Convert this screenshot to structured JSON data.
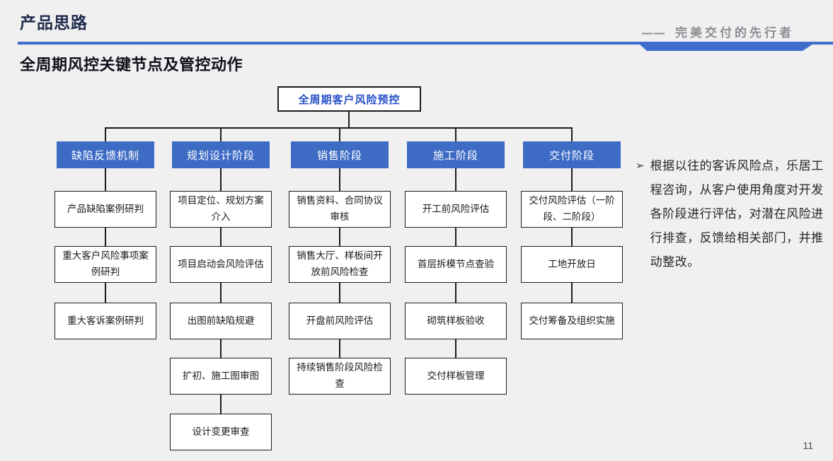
{
  "header": {
    "title": "产品思路",
    "slogan_dash": "——",
    "slogan": "完美交付的先行者"
  },
  "subtitle": "全周期风控关键节点及管控动作",
  "chart": {
    "root": "全周期客户风险预控",
    "columns": [
      {
        "header": "缺陷反馈机制",
        "items": [
          "产品缺陷案例研判",
          "重大客户风险事项案例研判",
          "重大客诉案例研判"
        ]
      },
      {
        "header": "规划设计阶段",
        "items": [
          "项目定位、规划方案介入",
          "项目启动会风险评估",
          "出图前缺陷规避",
          "扩初、施工图审图",
          "设计变更审查"
        ]
      },
      {
        "header": "销售阶段",
        "items": [
          "销售资料、合同协议审核",
          "销售大厅、样板间开放前风险检查",
          "开盘前风险评估",
          "持续销售阶段风险检查"
        ]
      },
      {
        "header": "施工阶段",
        "items": [
          "开工前风险评估",
          "首层拆模节点查验",
          "砌筑样板验收",
          "交付样板管理"
        ]
      },
      {
        "header": "交付阶段",
        "items": [
          "交付风险评估（一阶段、二阶段）",
          "工地开放日",
          "交付筹备及组织实施"
        ]
      }
    ]
  },
  "note": {
    "bullet": "➢",
    "text": "根据以往的客诉风险点，乐居工程咨询，从客户使用角度对开发各阶段进行评估，对潜在风险进行排查，反馈给相关部门，并推动整改。"
  },
  "page_number": "11",
  "colors": {
    "accent_blue": "#3E6DCB",
    "stage_blue": "#3E6CC5",
    "root_text": "#2750C8",
    "title_navy": "#1F2B4B",
    "bg": "#F0F0F1",
    "line_black": "#1C1C1C",
    "note_text": "#262626",
    "slogan_gray": "#8A8F94",
    "page_num_gray": "#4C4C4C"
  }
}
